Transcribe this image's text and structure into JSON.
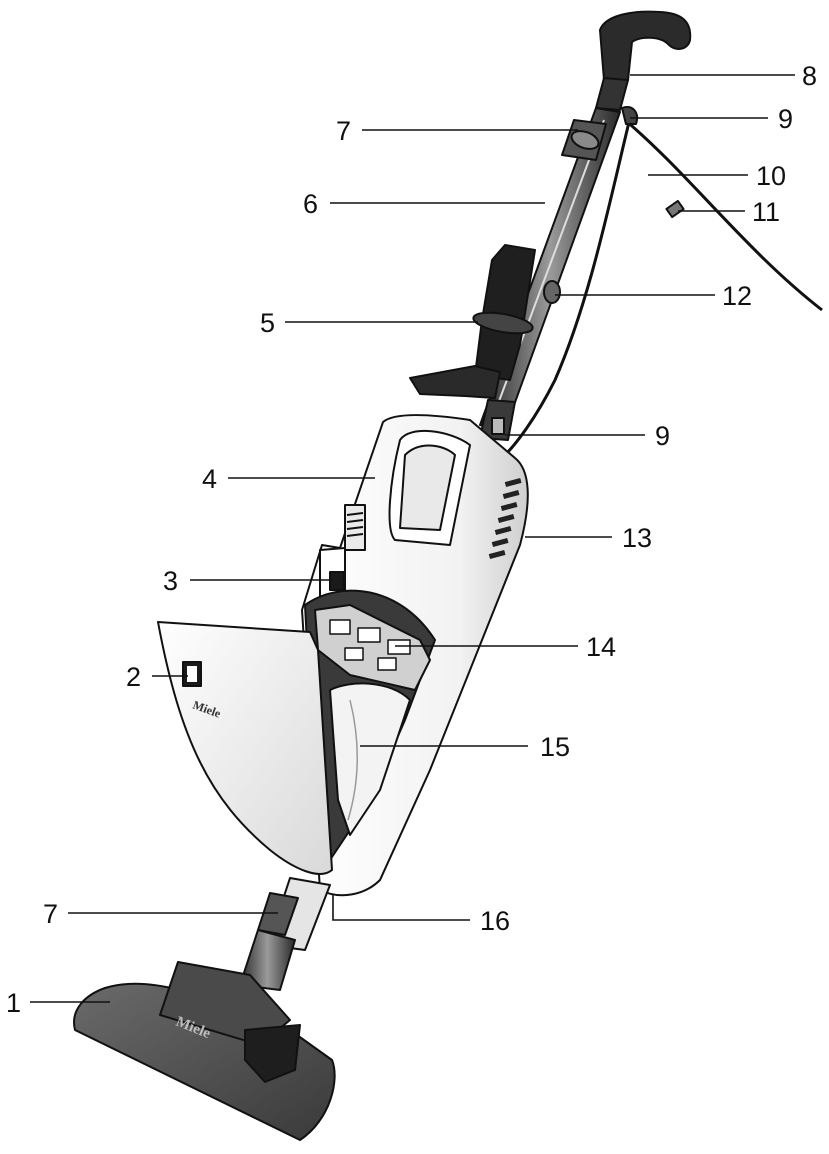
{
  "figure": {
    "subject": "upright vacuum cleaner",
    "brand_mark_text": "Miele",
    "colors": {
      "body_white": "#f6f6f6",
      "dark_grey": "#4a4a4a",
      "black": "#1a1a1a",
      "outline": "#111111"
    }
  },
  "callouts": [
    {
      "id": "c8",
      "label": "8"
    },
    {
      "id": "c9a",
      "label": "9"
    },
    {
      "id": "c7a",
      "label": "7"
    },
    {
      "id": "c10",
      "label": "10"
    },
    {
      "id": "c6",
      "label": "6"
    },
    {
      "id": "c11",
      "label": "11"
    },
    {
      "id": "c12",
      "label": "12"
    },
    {
      "id": "c5",
      "label": "5"
    },
    {
      "id": "c9b",
      "label": "9"
    },
    {
      "id": "c4",
      "label": "4"
    },
    {
      "id": "c13",
      "label": "13"
    },
    {
      "id": "c3",
      "label": "3"
    },
    {
      "id": "c14",
      "label": "14"
    },
    {
      "id": "c2",
      "label": "2"
    },
    {
      "id": "c15",
      "label": "15"
    },
    {
      "id": "c7b",
      "label": "7"
    },
    {
      "id": "c16",
      "label": "16"
    },
    {
      "id": "c1",
      "label": "1"
    }
  ]
}
